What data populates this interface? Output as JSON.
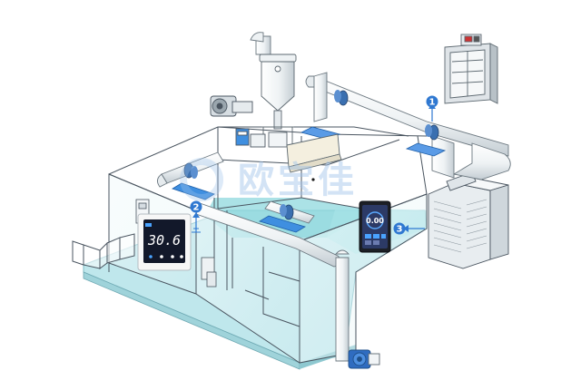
{
  "diagram": {
    "callouts": [
      {
        "id": "1",
        "label": "1"
      },
      {
        "id": "2",
        "label": "2"
      },
      {
        "id": "3",
        "label": "3"
      }
    ],
    "thermostat": {
      "reading": "30.6"
    },
    "phone_app": {
      "reading": "0.00"
    },
    "watermark": {
      "text": "欧宝佳"
    },
    "colors": {
      "floor": "#bfe7ec",
      "floor_edge": "#9fd3da",
      "outline": "#4a5560",
      "duct": "#f2f5f7",
      "duct_shade": "#c9d2d8",
      "diffuser": "#3f8fe0",
      "callout": "#2f78d1",
      "device_screen": "#12182a"
    },
    "icons": [
      "damper-icon",
      "dust-collector-icon",
      "fan-icon",
      "thermostat-icon",
      "phone-app-icon",
      "ffu-icon"
    ]
  }
}
